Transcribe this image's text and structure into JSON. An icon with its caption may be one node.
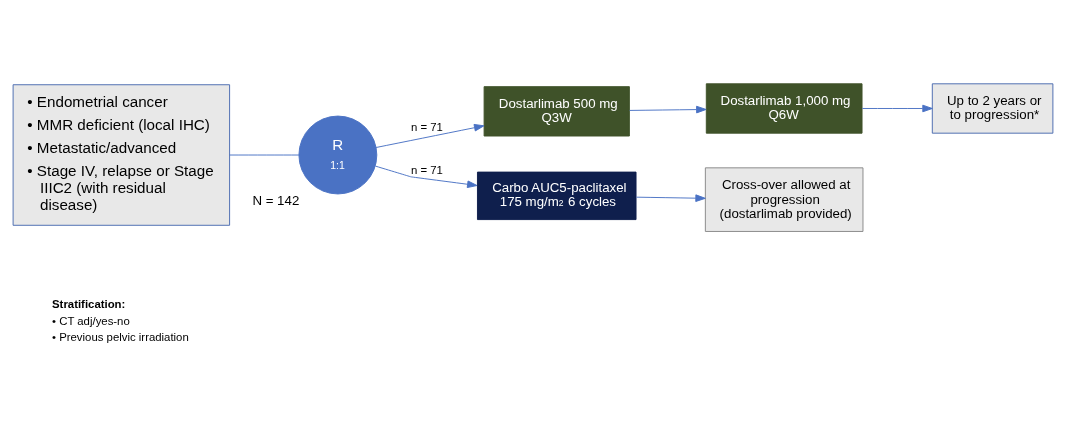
{
  "diagram": {
    "nodes": [
      {
        "text": [
          "• Endometrial cancer",
          "• MMR deficient (local IHC)",
          "• Metastatic/advanced",
          "• Stage IV, relapse or Stage IIIC2 (with residual disease)"
        ]
      },
      {
        "text": [
          "R",
          "1:1"
        ],
        "beside": [
          "N = 142"
        ]
      },
      {
        "text": [
          "Dostarlimab 500 mg Q3W"
        ]
      },
      {
        "text": [
          "Dostarlimab 1,000 mg Q6W"
        ]
      },
      {
        "text": [
          "Up to 2 years or to progression*"
        ]
      },
      {
        "text": [
          "Carbo AUC5-paclitaxel 175 mg/m$^{2}$ 6 cycles"
        ]
      },
      {
        "text": [
          "Cross-over allowed at progression (dostarlimab provided)"
        ]
      }
    ],
    "edges": [
      {
        "from": 0,
        "to": 1,
        "arrow": "none"
      },
      {
        "from": 1,
        "to": 2,
        "arrow": "to",
        "label": "n = 71"
      },
      {
        "from": 2,
        "to": 3,
        "arrow": "to"
      },
      {
        "from": 3,
        "to": 4,
        "arrow": "to"
      },
      {
        "from": 1,
        "to": 5,
        "arrow": "to",
        "label": "n = 71"
      },
      {
        "from": 5,
        "to": 6,
        "arrow": "to"
      }
    ],
    "labels": [
      "Stratification:",
      "• CT adj/yes-no",
      "• Previous pelvic irradiation"
    ]
  }
}
